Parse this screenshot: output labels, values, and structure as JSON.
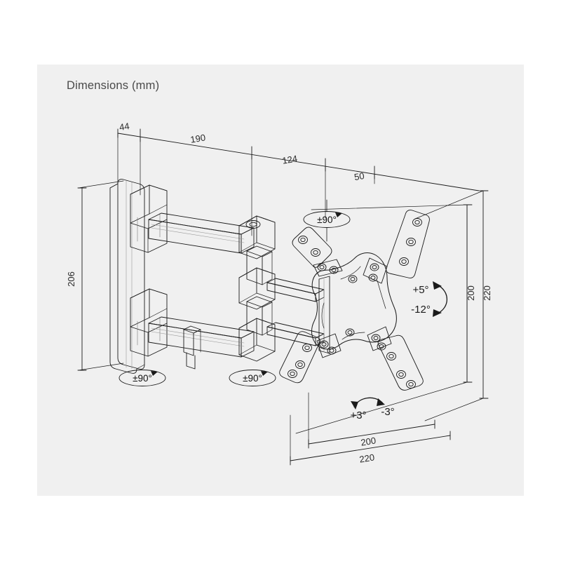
{
  "page": {
    "title": "Dimensions (mm)",
    "background_color": "#ffffff",
    "panel_color": "#f0f0f0",
    "line_color": "#1a1a1a",
    "text_color": "#2b2b2b"
  },
  "chart_data": {
    "type": "diagram",
    "title": "Dimensions (mm)",
    "subject": "full-motion articulating TV wall mount bracket",
    "units": "mm",
    "projection": "isometric technical line drawing",
    "linear_dimensions": [
      {
        "label": "44",
        "value": 44,
        "position": "top-left",
        "orientation": "horizontal",
        "describes": "wall plate depth"
      },
      {
        "label": "190",
        "value": 190,
        "position": "top",
        "orientation": "horizontal",
        "describes": "first arm segment length"
      },
      {
        "label": "124",
        "value": 124,
        "position": "top-center",
        "orientation": "horizontal",
        "describes": "second arm segment length"
      },
      {
        "label": "50",
        "value": 50,
        "position": "top-right",
        "orientation": "horizontal",
        "describes": "plate offset"
      },
      {
        "label": "206",
        "value": 206,
        "position": "left",
        "orientation": "vertical",
        "describes": "wall plate height"
      },
      {
        "label": "200",
        "value": 200,
        "position": "right-inner",
        "orientation": "vertical",
        "describes": "VESA vertical hole spacing"
      },
      {
        "label": "220",
        "value": 220,
        "position": "right-outer",
        "orientation": "vertical",
        "describes": "bracket overall height"
      },
      {
        "label": "200",
        "value": 200,
        "position": "bottom-inner",
        "orientation": "horizontal",
        "describes": "VESA horizontal hole spacing"
      },
      {
        "label": "220",
        "value": 220,
        "position": "bottom-outer",
        "orientation": "horizontal",
        "describes": "bracket overall width"
      }
    ],
    "angle_annotations": [
      {
        "label": "±90°",
        "position": "top-center",
        "motion": "swivel",
        "describes": "VESA plate rotation"
      },
      {
        "label": "±90°",
        "position": "bottom-left",
        "motion": "swivel",
        "describes": "wall plate joint swivel"
      },
      {
        "label": "±90°",
        "position": "bottom-mid",
        "motion": "swivel",
        "describes": "elbow joint swivel"
      },
      {
        "label": "+5°",
        "position": "right-upper",
        "motion": "tilt",
        "describes": "forward tilt limit"
      },
      {
        "label": "-12°",
        "position": "right-lower",
        "motion": "tilt",
        "describes": "downward tilt limit"
      },
      {
        "label": "+3°",
        "position": "bottom-plate",
        "motion": "rotate",
        "describes": "level adjustment positive"
      },
      {
        "label": "-3°",
        "position": "bottom-plate",
        "motion": "rotate",
        "describes": "level adjustment negative"
      }
    ]
  }
}
